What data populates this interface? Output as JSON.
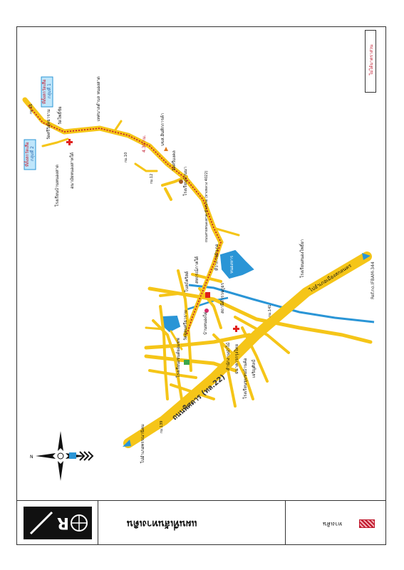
{
  "map_title": "แผนที่เส้นทางเดิน",
  "legend": {
    "label": "ทางเดิน",
    "swatch_color": "#c0172b"
  },
  "note": "ไม่ได้มาตราส่วน",
  "reference": "Ref.no.IFBAM-344",
  "colors": {
    "road": "#f5c518",
    "water": "#2a95d6",
    "route": "#c0172b",
    "callout_bg": "#bfe6fb",
    "callout_border": "#2a95d6"
  },
  "callouts": [
    {
      "title": "ที่ตั้งสกวัดเสือ",
      "sub": "กลุ่มที่ 1"
    },
    {
      "title": "ที่ตั้งสกวัดเสือ",
      "sub": "กลุ่มที่ 2"
    }
  ],
  "labels": {
    "school_1": "โรงเรียนบ้านหนองสาด",
    "wat_1": "วัดศรีวิสุทธาราม",
    "hospital": "อนามัยหนองสาทใต้",
    "health_1": "เทศบาลตำบล หนองสาด",
    "wat_2": "วัดโพธิ์ชัย",
    "distance": "4.30 กม.",
    "market": "บขส.อินทิกการค้า",
    "wat_3": "วัดศรีมงคล",
    "school_2": "โรงเรียนบ้านนา",
    "road_north": "ถนนสายหนองสาด-ขัวสนาม (ทางหลวง 4022)",
    "school_3": "โรงเรียนชุมชนบ้านค้อ",
    "wat_4": "วัดจอมศรีธาราม",
    "temple_5": "สถานีตำรวจภูธร",
    "school_4": "โรงเรียนสนองโพธิ์ยา",
    "highway": "ถนนพิศดาร (ทล.22)",
    "to_city_east": "ไปอำเภอเมืองสกลนคร",
    "to_city_west": "ไปอำเภอพรรณานิคม",
    "km_1": "กม.139",
    "km_2": "กม.141",
    "km_3": "กม.10",
    "km_4": "กม.12",
    "km_5": "กม.16",
    "church": "โบสถ์คริสต์",
    "school_5": "โรงเรียนเซนต์ยอแซฟ",
    "water_lake": "หนองหาร",
    "shop_1": "สหกรณ์ภาคใต้",
    "district": "ที่ว่าการอำเภอ",
    "police": "สำนักงานป่าไม้",
    "bank": "ธนาคารกรุงไทย",
    "ban_1": "บ้านหนองไผ่",
    "wat_6": "เจริญศิลป์",
    "compass_n": "N"
  },
  "logo_text": "R"
}
